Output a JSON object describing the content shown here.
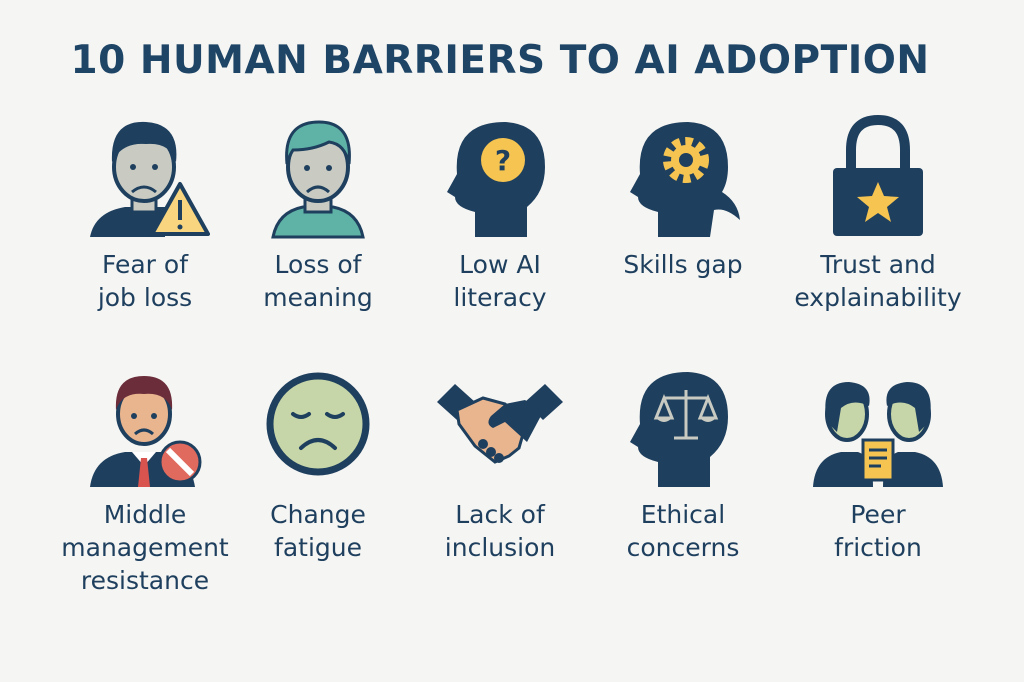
{
  "title": "10 HUMAN BARRIERS TO AI ADOPTION",
  "colors": {
    "navy": "#1e3f5e",
    "yellow": "#f5c451",
    "skin": "#c9cbc3",
    "teal": "#5fb3a6",
    "red": "#d9534f",
    "green_face": "#c7d6a8"
  },
  "barriers": [
    {
      "label": "Fear of\njob loss",
      "icon": "worried-person-warning-icon"
    },
    {
      "label": "Loss of\nmeaning",
      "icon": "sad-person-icon"
    },
    {
      "label": "Low AI\nliteracy",
      "icon": "head-question-icon"
    },
    {
      "label": "Skills gap",
      "icon": "head-gear-icon"
    },
    {
      "label": "Trust and\nexplainability",
      "icon": "lock-star-icon"
    },
    {
      "label": "Middle\nmanagement\nresistance",
      "icon": "manager-prohibited-icon"
    },
    {
      "label": "Change\nfatigue",
      "icon": "tired-face-icon"
    },
    {
      "label": "Lack of\ninclusion",
      "icon": "handshake-icon"
    },
    {
      "label": "Ethical\nconcerns",
      "icon": "head-scales-icon"
    },
    {
      "label": "Peer\nfriction",
      "icon": "two-people-document-icon"
    }
  ]
}
